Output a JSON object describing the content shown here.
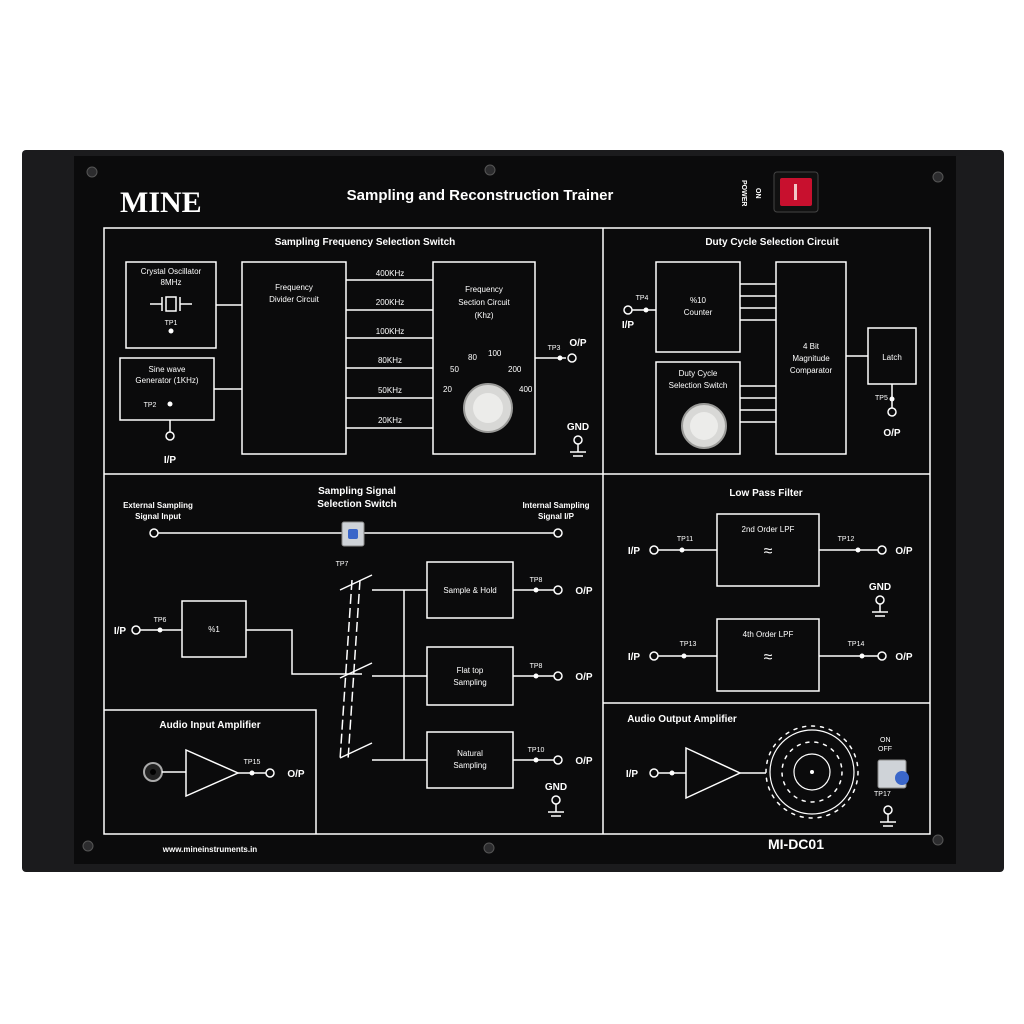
{
  "brand": "MINE",
  "title": "Sampling and Reconstruction Trainer",
  "power_label": [
    "POWER",
    "ON"
  ],
  "website": "www.mineinstruments.in",
  "model": "MI-DC01",
  "sections": {
    "sampling_freq": {
      "heading": "Sampling Frequency Selection Switch",
      "crystal": [
        "Crystal Oscillator",
        "8MHz"
      ],
      "tp1": "TP1",
      "sine": [
        "Sine wave",
        "Generator (1KHz)"
      ],
      "tp2": "TP2",
      "ip": "I/P",
      "divider": [
        "Frequency",
        "Divider Circuit"
      ],
      "freqs": [
        "400KHz",
        "200KHz",
        "100KHz",
        "80KHz",
        "50KHz",
        "20KHz"
      ],
      "fsel": [
        "Frequency",
        "Section Circuit",
        "(Khz)"
      ],
      "dial": [
        "20",
        "50",
        "80",
        "100",
        "200",
        "400"
      ],
      "tp3": "TP3",
      "op": "O/P",
      "gnd": "GND"
    },
    "duty": {
      "heading": "Duty Cycle Selection Circuit",
      "tp4": "TP4",
      "ip": "I/P",
      "counter": [
        "%10",
        "Counter"
      ],
      "dcs": [
        "Duty Cycle",
        "Selection Switch"
      ],
      "comparator": [
        "4 Bit",
        "Magnitude",
        "Comparator"
      ],
      "latch": "Latch",
      "tp5": "TP5",
      "op": "O/P"
    },
    "sampling_signal": {
      "heading": [
        "Sampling Signal",
        "Selection Switch"
      ],
      "ext": [
        "External Sampling",
        "Signal Input"
      ],
      "int": [
        "Internal Sampling",
        "Signal I/P"
      ],
      "tp7": "TP7",
      "tp6": "TP6",
      "ip": "I/P",
      "div": "%1",
      "blocks": [
        "Sample & Hold",
        "Flat top",
        "Sampling",
        "Natural",
        "Sampling"
      ],
      "tps": [
        "TP8",
        "TP8",
        "TP10"
      ],
      "op": "O/P",
      "gnd": "GND"
    },
    "lpf": {
      "heading": "Low Pass Filter",
      "f2": "2nd Order LPF",
      "f4": "4th Order LPF",
      "tp11": "TP11",
      "tp12": "TP12",
      "tp13": "TP13",
      "tp14": "TP14",
      "ip": "I/P",
      "op": "O/P",
      "gnd": "GND"
    },
    "audio_in": {
      "heading": "Audio Input Amplifier",
      "tp15": "TP15",
      "op": "O/P"
    },
    "audio_out": {
      "heading": "Audio Output Amplifier",
      "ip": "I/P",
      "tp17": "TP17",
      "on": "ON",
      "off": "OFF"
    }
  },
  "colors": {
    "panel": "#0b0b0c",
    "frame": "#1b1b1d",
    "switch": "#c8102e",
    "button": "#3a66c9"
  }
}
